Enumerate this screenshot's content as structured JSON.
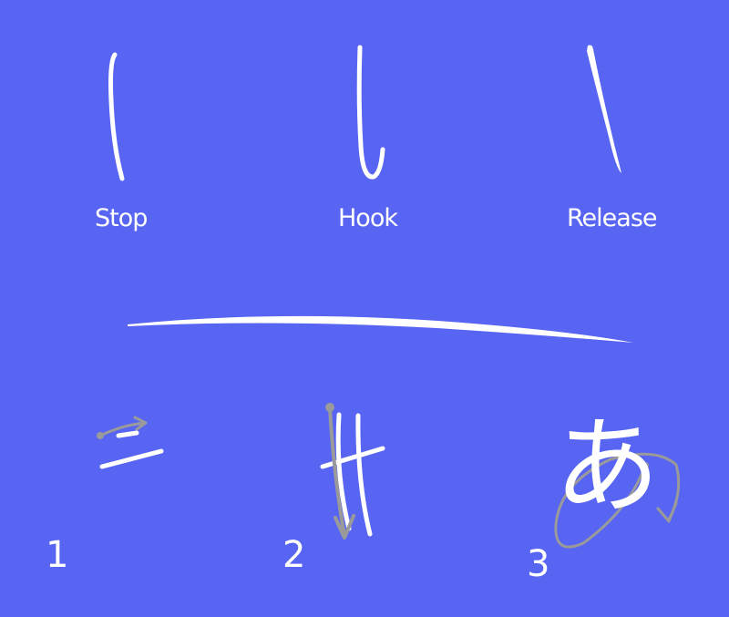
{
  "labels": {
    "stop": "Stop",
    "hook": "Hook",
    "release": "Release"
  },
  "steps": {
    "one": "1",
    "two": "2",
    "three": "3"
  },
  "kana_example": "あ",
  "colors": {
    "background": "#5865f2",
    "stroke": "#ffffff",
    "guide": "#9a9a9a"
  }
}
